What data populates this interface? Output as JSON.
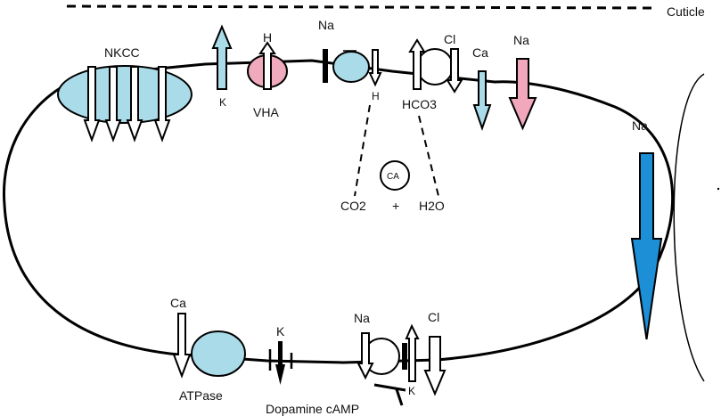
{
  "labels": {
    "cuticle": "Cuticle",
    "nkcc": "NKCC",
    "h_top": "H",
    "vha": "VHA",
    "k_top": "K",
    "na_top": "Na",
    "h_mid": "H",
    "cl_top": "Cl",
    "hco3": "HCO3",
    "ca_top": "Ca",
    "na_pink": "Na",
    "na_right": "Na",
    "ca_enzyme": "CA",
    "co2": "CO2",
    "plus": "+",
    "h2o": "H2O",
    "ca_bottom": "Ca",
    "atpase": "ATPase",
    "k_bottom": "K",
    "na_bottom": "Na",
    "cl_bottom": "Cl",
    "k_bottom_right": "K",
    "dopamine_camp": "Dopamine cAMP"
  },
  "colors": {
    "membrane": "#000000",
    "transporter_blue": "#a9dbe8",
    "vha_pink": "#f0aabd",
    "na_pink_arrow": "#f1a7bc",
    "ca_blue_arrow": "#a9dbe8",
    "na_big_arrow": "#1c8fd6"
  }
}
